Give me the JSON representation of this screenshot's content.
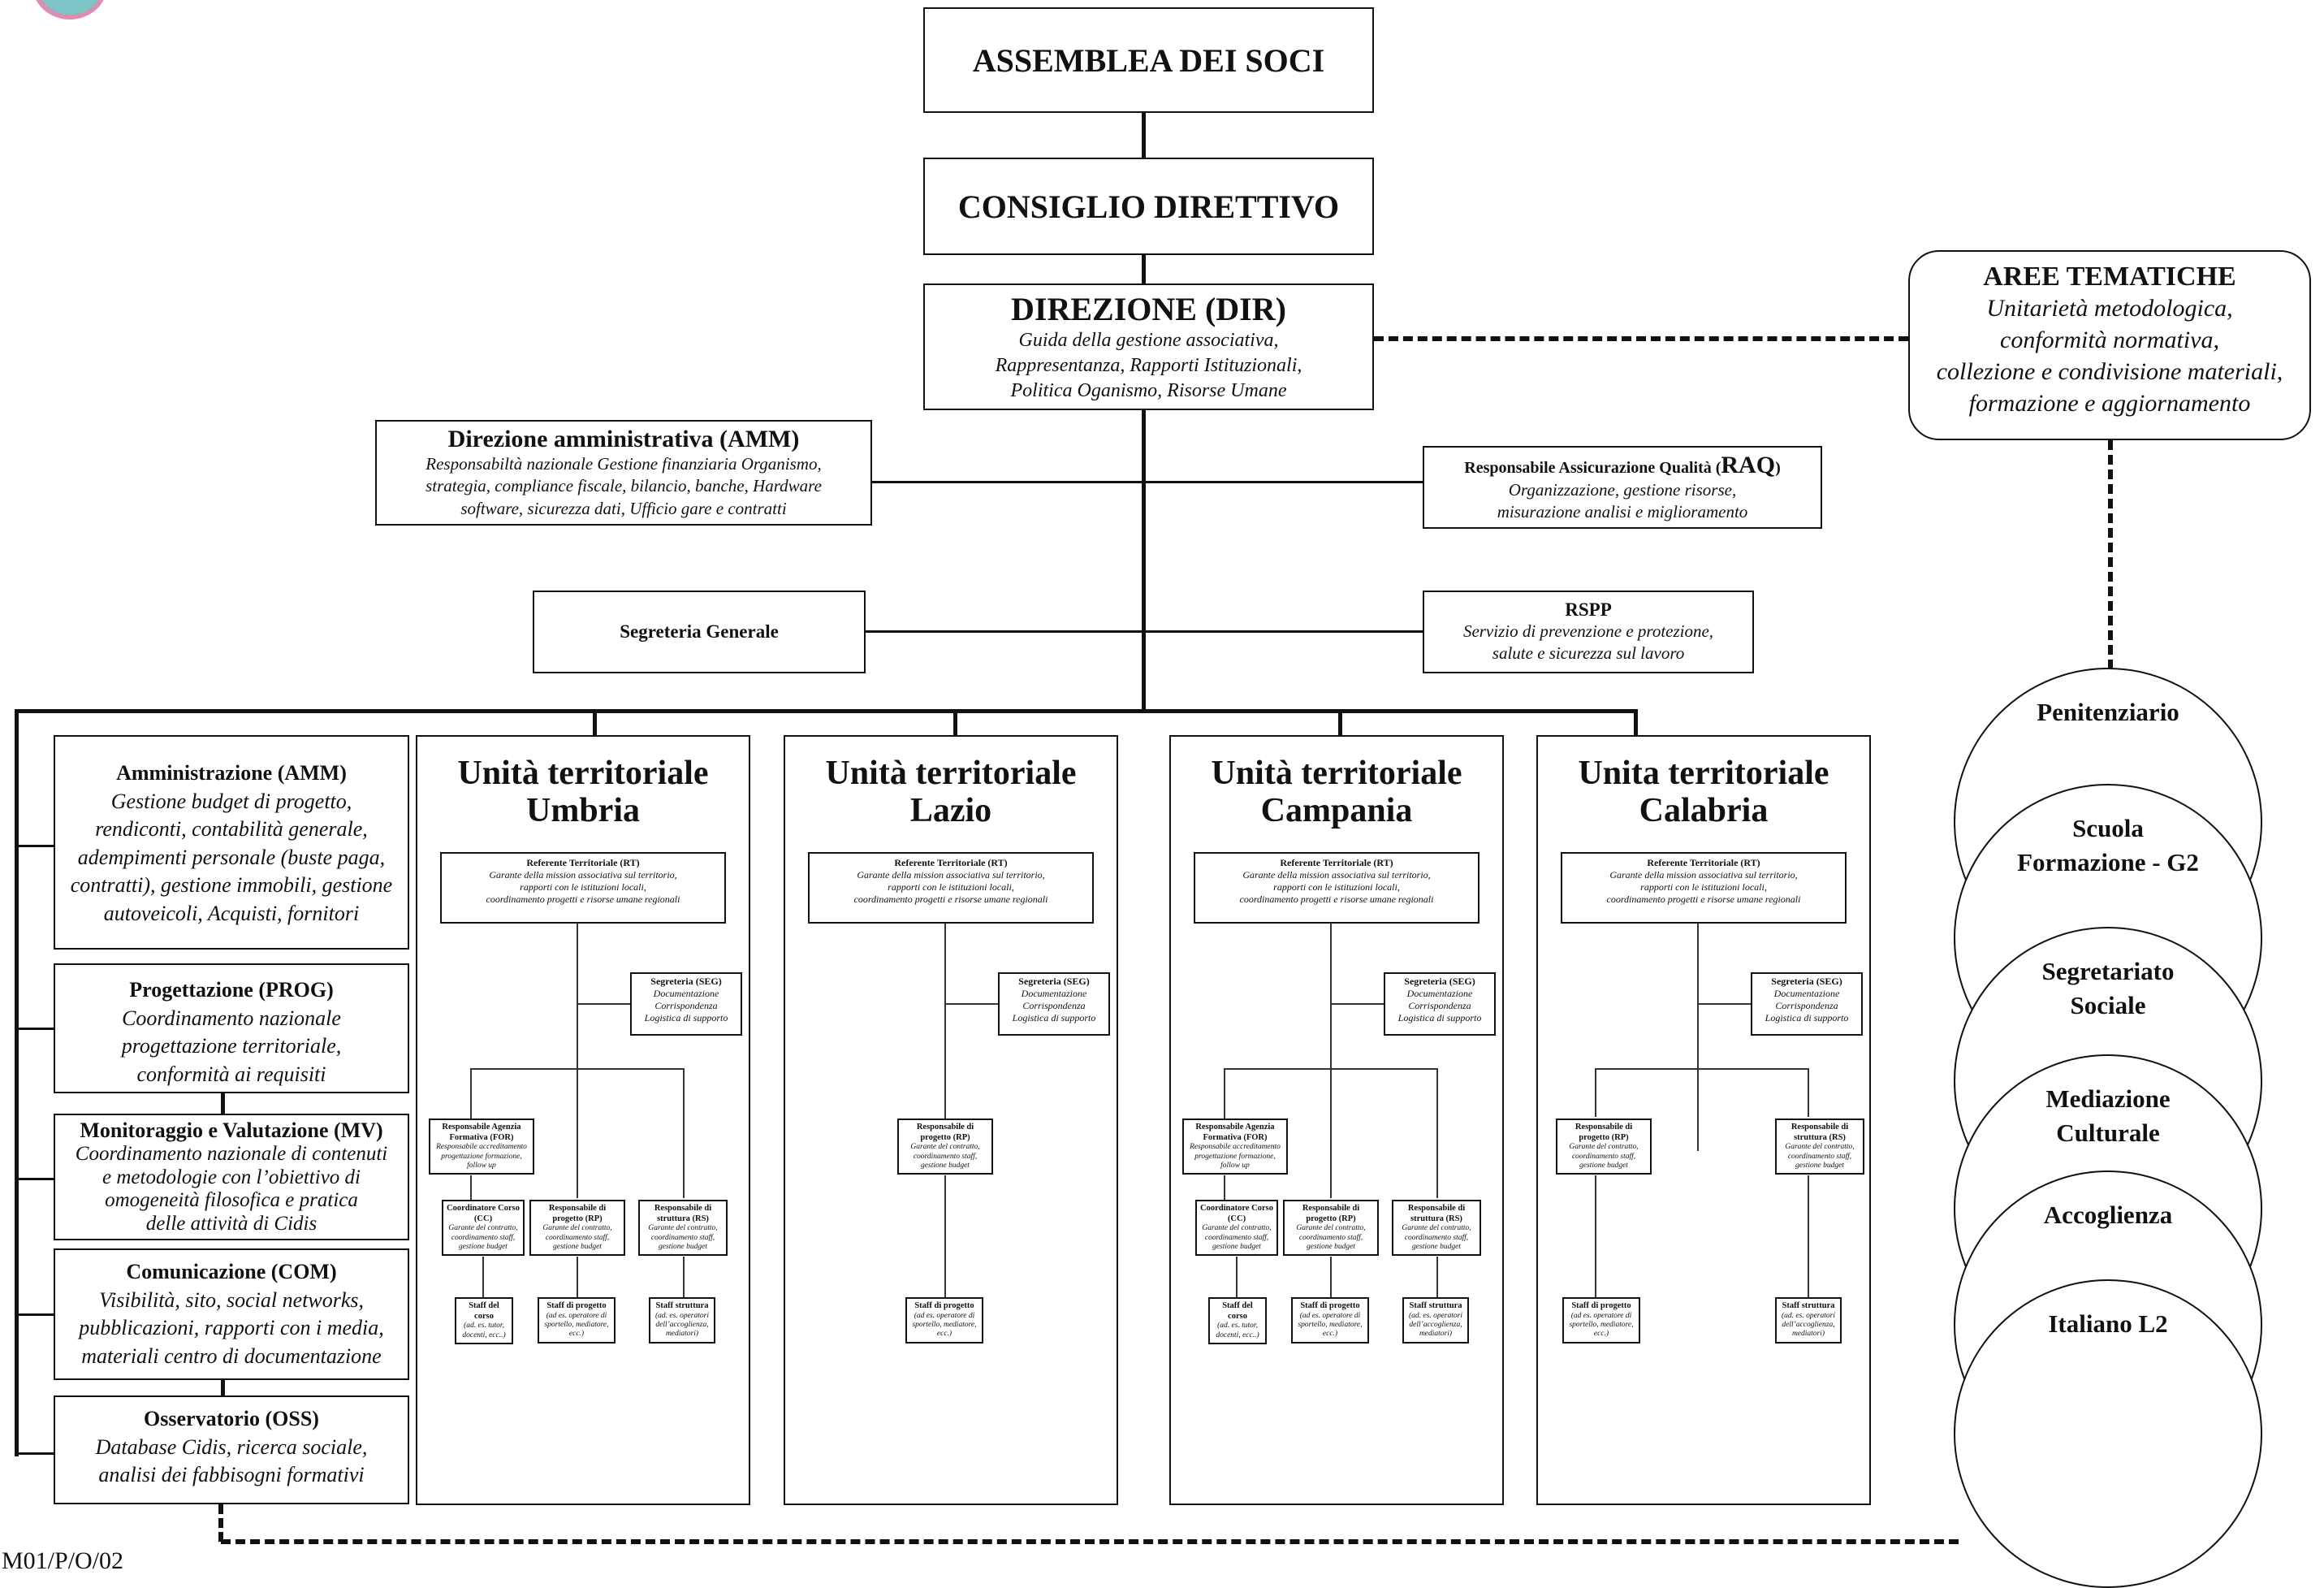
{
  "logo": {
    "name": "logo-partial"
  },
  "top": {
    "assemblea": "ASSEMBLEA DEI SOCI",
    "consiglio": "CONSIGLIO DIRETTIVO",
    "direzione_title": "DIREZIONE (DIR)",
    "direzione_desc": [
      "Guida della gestione associativa,",
      "Rappresentanza, Rapporti Istituzionali,",
      "Politica Oganismo, Risorse Umane"
    ]
  },
  "amm": {
    "title": "Direzione amministrativa (AMM)",
    "desc": [
      "Responsabiltà nazionale Gestione finanziaria Organismo,",
      "strategia, compliance fiscale, bilancio, banche, Hardware",
      "software, sicurezza dati, Ufficio gare  e contratti"
    ]
  },
  "raq": {
    "title_prefix": "Responsabile Assicurazione Qualità (",
    "title_abbr": "RAQ",
    "title_suffix": ")",
    "desc": [
      "Organizzazione, gestione risorse,",
      "misurazione analisi e miglioramento"
    ]
  },
  "segreteria_generale": "Segreteria Generale",
  "rspp": {
    "title": "RSPP",
    "desc": [
      "Servizio di prevenzione e protezione,",
      "salute e sicurezza sul lavoro"
    ]
  },
  "aree": {
    "title": "AREE TEMATICHE",
    "desc": [
      "Unitarietà metodologica,",
      "conformità normativa,",
      "collezione e condivisione materiali,",
      "formazione e aggiornamento"
    ],
    "circles": [
      "Penitenziario",
      "Scuola\nFormazione - G2",
      "Segretariato\nSociale",
      "Mediazione\nCulturale",
      "Accoglienza",
      "Italiano L2"
    ]
  },
  "left_boxes": [
    {
      "title": "Amministrazione (AMM)",
      "desc": [
        "Gestione budget di progetto,",
        "rendiconti, contabilità generale,",
        "adempimenti personale (buste paga,",
        "contratti), gestione immobili, gestione",
        "autoveicoli, Acquisti, fornitori"
      ]
    },
    {
      "title": "Progettazione (PROG)",
      "desc": [
        "Coordinamento nazionale",
        "progettazione territoriale,",
        "conformità ai requisiti"
      ]
    },
    {
      "title": "Monitoraggio e Valutazione (MV)",
      "desc": [
        "Coordinamento nazionale di contenuti",
        "e metodologie con l’obiettivo di",
        "omogeneità filosofica e pratica",
        "delle attività di Cidis"
      ]
    },
    {
      "title": "Comunicazione (COM)",
      "desc": [
        "Visibilità, sito, social networks,",
        "pubblicazioni, rapporti con i media,",
        "materiali centro di documentazione"
      ]
    },
    {
      "title": "Osservatorio (OSS)",
      "desc": [
        "Database Cidis, ricerca sociale,",
        "analisi dei fabbisogni formativi"
      ]
    }
  ],
  "units": [
    {
      "title": [
        "Unità territoriale",
        "Umbria"
      ]
    },
    {
      "title": [
        "Unità territoriale",
        "Lazio"
      ]
    },
    {
      "title": [
        "Unità territoriale",
        "Campania"
      ]
    },
    {
      "title": [
        "Unita territoriale",
        "Calabria"
      ]
    }
  ],
  "mini": {
    "rt_title": "Referente Territoriale (RT)",
    "rt_desc": [
      "Garante della mission associativa sul territorio,",
      "rapporti con le istituzioni locali,",
      "coordinamento progetti e risorse umane regionali"
    ],
    "seg_title": "Segreteria (SEG)",
    "seg_desc": [
      "Documentazione",
      "Corrispondenza",
      "Logistica di supporto"
    ],
    "for_title": "Responsabile Agenzia Formativa (FOR)",
    "for_desc": "Responsabile accreditamento progettazione formazione, follow up",
    "cc_title": "Coordinatore Corso (CC)",
    "cc_desc": "Garante del contratto, coordinamento staff, gestione budget",
    "rp_title": "Responsabile di progetto (RP)",
    "rp_desc": "Garante del contratto, coordinamento staff, gestione budget",
    "rs_title": "Responsabile di struttura (RS)",
    "rs_desc": "Garante del contratto, coordinamento staff, gestione budget",
    "sc_title": "Staff del corso",
    "sc_desc": "(ad. es. tutor, docenti, ecc..)",
    "sp_title": "Staff di progetto",
    "sp_desc": "(ad es. operatore di sportello, mediatore, ecc.)",
    "ss_title": "Staff struttura",
    "ss_desc": "(ad. es. operatori dell’accoglienza, mediatori)"
  },
  "footer_code": "M01/P/O/02"
}
